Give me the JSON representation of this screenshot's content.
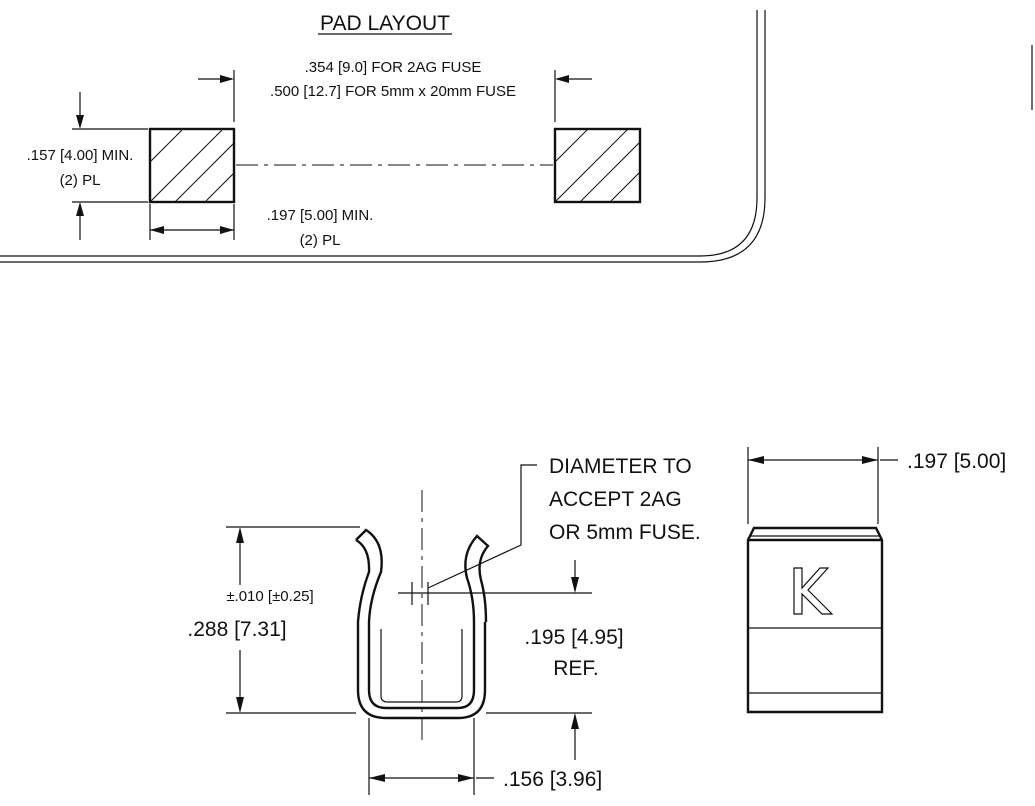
{
  "pad_layout": {
    "title": "PAD LAYOUT",
    "spacing_line1": ".354 [9.0] FOR 2AG FUSE",
    "spacing_line2": ".500 [12.7] FOR 5mm x 20mm FUSE",
    "height_line1": ".157 [4.00] MIN.",
    "height_line2": "(2) PL",
    "width_line1": ".197 [5.00] MIN.",
    "width_line2": "(2) PL"
  },
  "clip_view": {
    "note_line1": "DIAMETER TO",
    "note_line2": "ACCEPT 2AG",
    "note_line3": "OR 5mm FUSE.",
    "tolerance": "±.010 [±0.25]",
    "height": ".288 [7.31]",
    "ref_line1": ".195 [4.95]",
    "ref_line2": "REF.",
    "base_width": ".156 [3.96]"
  },
  "side_view": {
    "width": ".197 [5.00]",
    "logo_letter": "K"
  }
}
